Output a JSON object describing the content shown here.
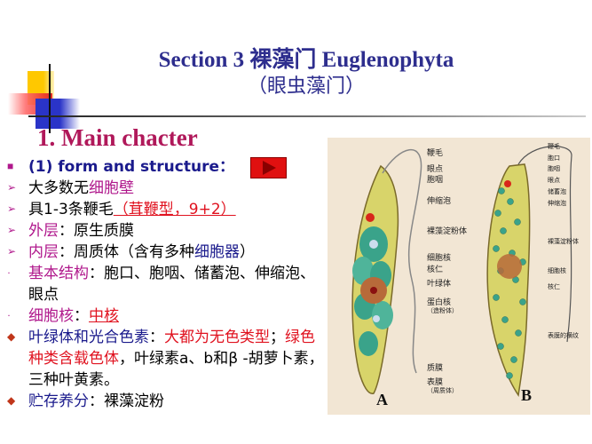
{
  "slide": {
    "title_line1": "Section 3  裸藻门 Euglenophyta",
    "title_line2": "（眼虫藻门）",
    "heading": "1. Main chacter",
    "items": [
      {
        "bullet": "■",
        "bullet_color": "#b0188c",
        "parts": [
          {
            "text": "(1) form and structure：",
            "color": "#1a1a8c",
            "bold": true
          }
        ]
      },
      {
        "bullet": "➢",
        "parts": [
          {
            "text": "大多数无",
            "color": "#000000"
          },
          {
            "text": "细胞壁",
            "color": "#b0188c"
          }
        ]
      },
      {
        "bullet": "➢",
        "parts": [
          {
            "text": "具1-3条鞭毛",
            "color": "#000000"
          },
          {
            "text": "（茸鞭型，9+2）",
            "color": "#e0121f",
            "underline": true
          }
        ]
      },
      {
        "bullet": "➢",
        "parts": [
          {
            "text": "外层",
            "color": "#b0188c"
          },
          {
            "text": "：原生质膜",
            "color": "#000000"
          }
        ]
      },
      {
        "bullet": "➢",
        "parts": [
          {
            "text": "内层",
            "color": "#b0188c"
          },
          {
            "text": "：周质体（含有多种",
            "color": "#000000"
          },
          {
            "text": "细胞器",
            "color": "#1a1a8c"
          },
          {
            "text": "）",
            "color": "#000000"
          }
        ]
      },
      {
        "bullet": "·",
        "parts": [
          {
            "text": "基本结构",
            "color": "#b0188c"
          },
          {
            "text": "：胞口、胞咽、储蓄泡、伸缩泡、眼点",
            "color": "#000000"
          }
        ]
      },
      {
        "bullet": "·",
        "parts": [
          {
            "text": "细胞核",
            "color": "#b0188c"
          },
          {
            "text": "：",
            "color": "#000000"
          },
          {
            "text": "中核",
            "color": "#e0121f",
            "underline": true
          }
        ]
      },
      {
        "bullet": "◆",
        "bullet_color": "#c0361a",
        "parts": [
          {
            "text": "叶绿体和光合色素",
            "color": "#1a1a8c"
          },
          {
            "text": "：",
            "color": "#000000"
          },
          {
            "text": "大都为无色类型",
            "color": "#e0121f"
          },
          {
            "text": "；",
            "color": "#000000"
          },
          {
            "text": "绿色种类含载色体",
            "color": "#e0121f"
          },
          {
            "text": "，叶绿素a、b和β -胡萝卜素，三种叶黄素。",
            "color": "#000000"
          }
        ]
      },
      {
        "bullet": "◆",
        "bullet_color": "#c0361a",
        "parts": [
          {
            "text": "贮存养分",
            "color": "#1a1a8c"
          },
          {
            "text": "：裸藻淀粉",
            "color": "#000000"
          }
        ]
      }
    ],
    "play_button": "play-icon"
  },
  "figure": {
    "labels_A": [
      "鞭毛",
      "眼点",
      "胞咽",
      "伸缩泡",
      "裸藻淀粉体",
      "细胞核",
      "核仁",
      "叶绿体",
      "蛋白核",
      "（造粉体）",
      "质膜",
      "表膜",
      "（周质体）"
    ],
    "labels_B": [
      "鞭毛",
      "胞口",
      "胞咽",
      "眼点",
      "储蓄泡",
      "伸缩泡",
      "裸藻淀粉体",
      "细胞核",
      "核仁",
      "表膜的横纹"
    ],
    "letter_A": "A",
    "letter_B": "B"
  }
}
